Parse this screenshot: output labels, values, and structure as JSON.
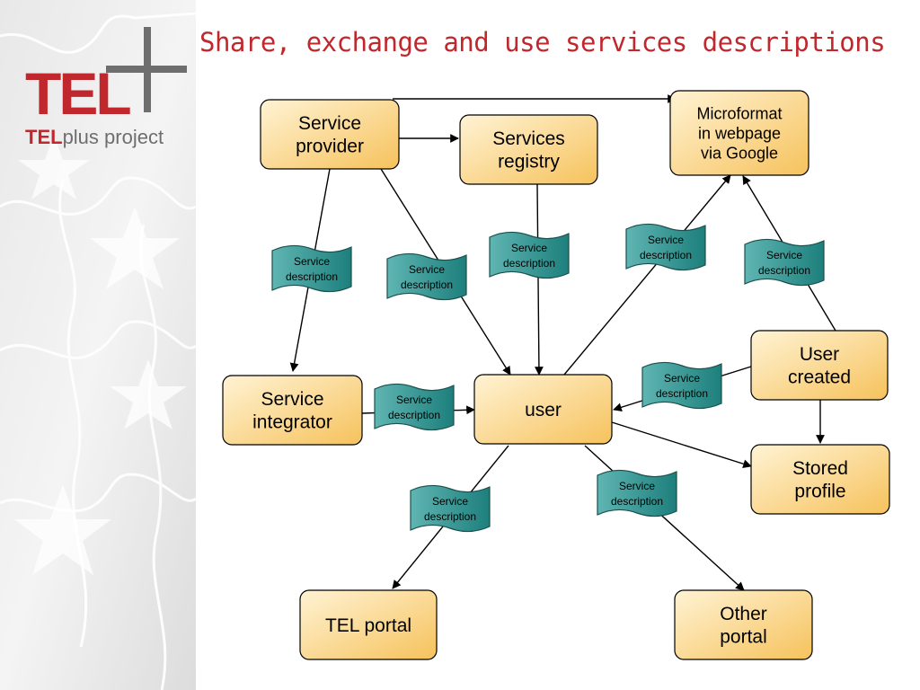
{
  "slide": {
    "title": "Share, exchange and use services descriptions"
  },
  "logo": {
    "mark": "TEL",
    "project_bold": "TEL",
    "project_rest": "plus project"
  },
  "colors": {
    "title": "#c0282d",
    "box_fill_light": "#fff3d4",
    "box_fill_dark": "#f6c25c",
    "doc_fill_light": "#5fb5b2",
    "doc_fill_dark": "#1d7f7c",
    "logo_red": "#c0282d",
    "logo_gray": "#6e6e6e"
  },
  "nodes": {
    "service_provider": [
      "Service",
      "provider"
    ],
    "services_registry": [
      "Services",
      "registry"
    ],
    "microformat": [
      "Microformat",
      "in webpage",
      "via Google"
    ],
    "service_integrator": [
      "Service",
      "integrator"
    ],
    "user": [
      "user"
    ],
    "user_created": [
      "User",
      "created"
    ],
    "stored_profile": [
      "Stored",
      "profile"
    ],
    "tel_portal": [
      "TEL portal"
    ],
    "other_portal": [
      "Other",
      "portal"
    ]
  },
  "doc_label": [
    "Service",
    "description"
  ]
}
